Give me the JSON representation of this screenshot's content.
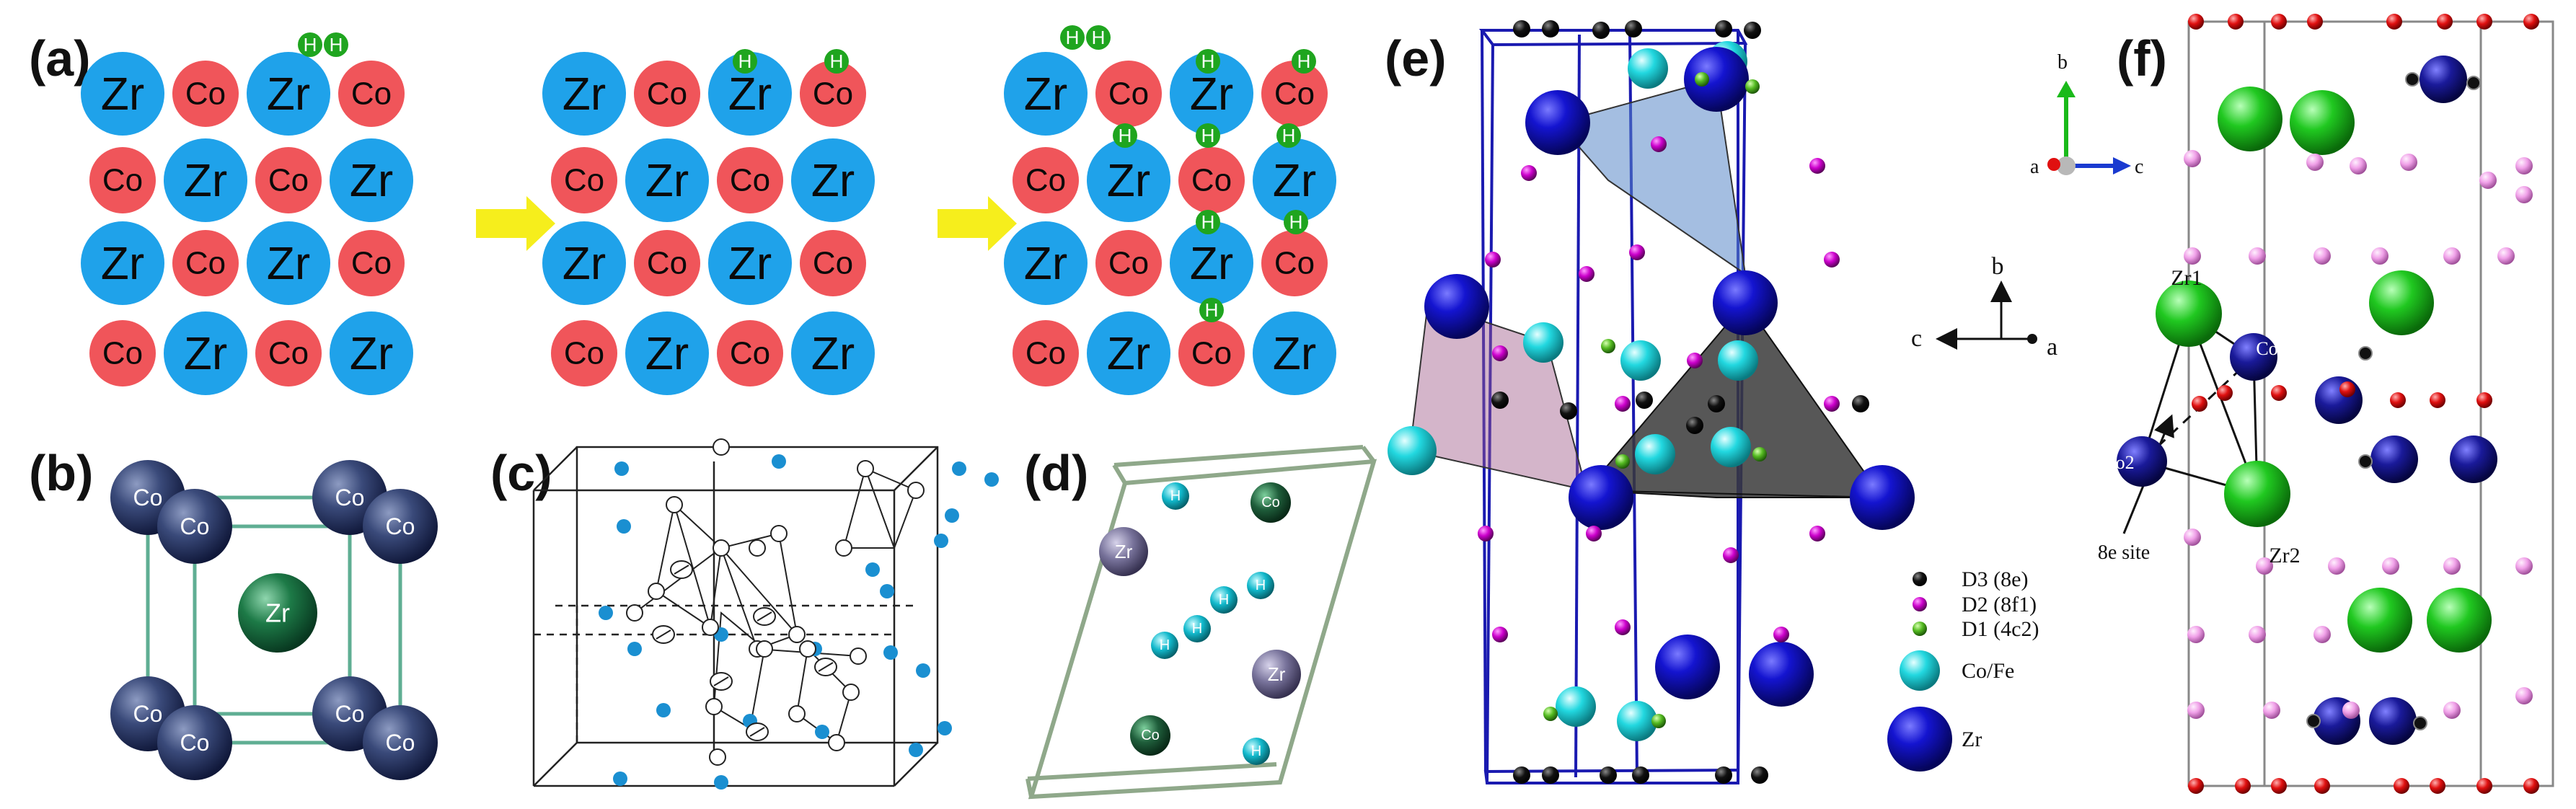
{
  "panels": {
    "a": {
      "label": "(a)",
      "zr": "Zr",
      "co": "Co",
      "h": "H",
      "colors": {
        "zr": "#1fa2ea",
        "co": "#f0555a",
        "h": "#1fa51f",
        "arrow": "#f6ee1c"
      }
    },
    "b": {
      "label": "(b)",
      "co": "Co",
      "zr": "Zr",
      "colors": {
        "co": "#2c3a62",
        "zr": "#17683d",
        "bond": "#5fae93"
      }
    },
    "c": {
      "label": "(c)",
      "colors": {
        "site": "#1a8fd1"
      }
    },
    "d": {
      "label": "(d)",
      "zr": "Zr",
      "co": "Co",
      "h": "H",
      "colors": {
        "zr": "#6e6a8c",
        "co": "#1e5a3a",
        "h": "#10b6c7",
        "cell": "#8fa88a"
      }
    },
    "e": {
      "label": "(e)",
      "axes": {
        "b": "b",
        "c": "c",
        "a": "a"
      },
      "legend": [
        {
          "label": "D3 (8e)",
          "color": "#000000"
        },
        {
          "label": "D2 (8f1)",
          "color": "#cc00cc"
        },
        {
          "label": "D1 (4c2)",
          "color": "#55bb22"
        },
        {
          "label": "Co/Fe",
          "color": "#22d8e0"
        },
        {
          "label": "Zr",
          "color": "#1010c8"
        }
      ]
    },
    "f": {
      "label": "(f)",
      "axes": {
        "b": "b",
        "c": "c",
        "a": "a"
      },
      "zr1": "Zr1",
      "zr2": "Zr2",
      "co1": "Co1",
      "co2": "Co2",
      "site": "8e site",
      "colors": {
        "zr": "#19c119",
        "co": "#1a1a9a",
        "red": "#e01010",
        "pink": "#f0a0e8"
      }
    }
  }
}
